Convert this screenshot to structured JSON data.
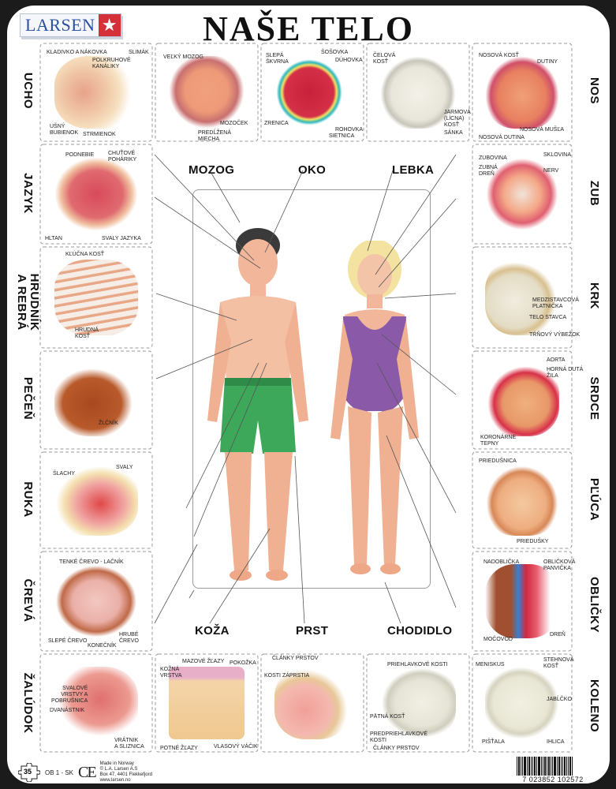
{
  "brand": {
    "name": "LARSEN",
    "star_icon": "star-icon",
    "colors": {
      "text": "#2a50a0",
      "star_bg": "#d4303a"
    }
  },
  "title": "NAŠE TELO",
  "top_row": [
    {
      "id": "ucho",
      "labels": [
        "KLADIVKO A NÁKOVKA",
        "POLKRUHOVÉ\nKANÁLIKY",
        "SLIMÁK",
        "UŠNÝ\nBUBIENOK",
        "STRMIENOK"
      ]
    },
    {
      "id": "mozog",
      "labels": [
        "VEĽKÝ MOZOG",
        "MOZOČEK",
        "PREDĹŽENÁ\nMIECHA"
      ]
    },
    {
      "id": "oko",
      "labels": [
        "SLEPÁ\nŠKVRNA",
        "ŠOŠOVKA",
        "DÚHOVKA",
        "ZRENICA",
        "ROHOVKA",
        "SIETNICA"
      ]
    },
    {
      "id": "lebka",
      "labels": [
        "ČELOVÁ\nKOSŤ",
        "JARMOVÁ\n(LÍCNA)\nKOSŤ",
        "SÁNKA"
      ]
    },
    {
      "id": "nos",
      "labels": [
        "NOSOVÁ KOSŤ",
        "DUTINY",
        "NOSOVÁ MUŠĽA",
        "NOSOVÁ DUTINA"
      ]
    }
  ],
  "left_column": [
    {
      "side": "UCHO"
    },
    {
      "side": "JAZYK",
      "labels": [
        "PODNEBIE",
        "CHUŤOVÉ\nPOHÁRIKY",
        "HLTAN",
        "SVALY JAZYKA"
      ]
    },
    {
      "side": "HRUDNÍK\nA REBRÁ",
      "labels": [
        "KĽÚČNA KOSŤ",
        "HRUDNÁ\nKOSŤ"
      ]
    },
    {
      "side": "PEČEŇ",
      "labels": [
        "ŽLČNÍK"
      ]
    },
    {
      "side": "RUKA",
      "labels": [
        "ŠLACHY",
        "SVALY"
      ]
    },
    {
      "side": "ČREVÁ",
      "labels": [
        "TENKÉ ČREVO - LAČNÍK",
        "SLEPÉ ČREVO",
        "KONEČNÍK",
        "HRUBÉ\nČREVO"
      ]
    },
    {
      "side": "ŽALÚDOK",
      "labels": [
        "SVALOVÉ\nVRSTVY A\nPOBRUŠNICA",
        "DVANÁSTNIK",
        "VRÁTNIK\nA SLIZNICA"
      ]
    }
  ],
  "right_column": [
    {
      "side": "NOS"
    },
    {
      "side": "ZUB",
      "labels": [
        "ZUBOVINA",
        "SKLOVINA",
        "ZUBNÁ\nDREŇ",
        "NERV"
      ]
    },
    {
      "side": "KRK",
      "labels": [
        "MEDZISTAVCOVÁ\nPLATNIČKA",
        "TELO STAVCA",
        "TŔŇOVÝ VÝBEŽOK"
      ]
    },
    {
      "side": "SRDCE",
      "labels": [
        "AORTA",
        "HORNÁ DUTÁ\nŽILA",
        "KORONÁRNE\nTEPNY"
      ]
    },
    {
      "side": "PĽÚCA",
      "labels": [
        "PRIEDUŠNICA",
        "PRIEDUŠKY"
      ]
    },
    {
      "side": "OBLIČKY",
      "labels": [
        "NADOBLIČKA",
        "OBLIČKOVÁ\nPANVIČKA",
        "MOČOVOD",
        "DREŇ"
      ]
    },
    {
      "side": "KOLENO"
    }
  ],
  "bottom_row": [
    {
      "id": "koza",
      "labels": [
        "KOŽNÁ\nVRSTVA",
        "MAZOVÉ ŽĽAZY",
        "POKOŽKA",
        "POTNÉ ŽĽAZY",
        "VLASOVÝ VÁČIK"
      ]
    },
    {
      "id": "prst",
      "labels": [
        "ČLÁNKY PRSTOV",
        "KOSTI ZÁPRSTIA"
      ]
    },
    {
      "id": "chodidlo",
      "labels": [
        "PRIEHLAVKOVÉ KOSTI",
        "PÄTNÁ KOSŤ",
        "PREDPRIEHLAVKOVÉ\nKOSTI",
        "ČLÁNKY PRSTOV"
      ]
    },
    {
      "id": "koleno",
      "labels": [
        "MENISKUS",
        "STEHNOVÁ\nKOSŤ",
        "JABĹČKO",
        "PIŠŤALA",
        "IHLICA"
      ]
    }
  ],
  "center": {
    "top_words": [
      "MOZOG",
      "OKO",
      "LEBKA"
    ],
    "bottom_words": [
      "KOŽA",
      "PRST",
      "CHODIDLO"
    ],
    "figures": [
      {
        "name": "boy",
        "skin": "#f2b79a",
        "hair": "#3a3a3a",
        "clothing": "#3ea85a"
      },
      {
        "name": "girl",
        "skin": "#f2b79a",
        "hair": "#f4e2a0",
        "clothing": "#8a5aa8"
      }
    ]
  },
  "footer": {
    "piece_count": "35",
    "code": "OB 1 - SK",
    "ce_mark": "CE",
    "info": "Made in Norway\n© L.A. Larsen A.S\nBox 47, 4401 Flekkefjord\nwww.larsen.no",
    "barcode": "7 023852 102572"
  }
}
